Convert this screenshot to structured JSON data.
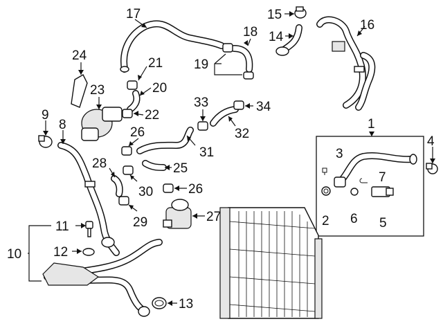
{
  "callouts": [
    {
      "id": "1",
      "label": "1"
    },
    {
      "id": "2",
      "label": "2"
    },
    {
      "id": "3",
      "label": "3"
    },
    {
      "id": "4",
      "label": "4"
    },
    {
      "id": "5",
      "label": "5"
    },
    {
      "id": "6",
      "label": "6"
    },
    {
      "id": "7",
      "label": "7"
    },
    {
      "id": "8",
      "label": "8"
    },
    {
      "id": "9",
      "label": "9"
    },
    {
      "id": "10",
      "label": "10"
    },
    {
      "id": "11",
      "label": "11"
    },
    {
      "id": "12",
      "label": "12"
    },
    {
      "id": "13",
      "label": "13"
    },
    {
      "id": "14",
      "label": "14"
    },
    {
      "id": "15",
      "label": "15"
    },
    {
      "id": "16",
      "label": "16"
    },
    {
      "id": "17",
      "label": "17"
    },
    {
      "id": "18",
      "label": "18"
    },
    {
      "id": "19",
      "label": "19"
    },
    {
      "id": "20",
      "label": "20"
    },
    {
      "id": "21",
      "label": "21"
    },
    {
      "id": "22",
      "label": "22"
    },
    {
      "id": "23",
      "label": "23"
    },
    {
      "id": "24",
      "label": "24"
    },
    {
      "id": "25",
      "label": "25"
    },
    {
      "id": "26a",
      "label": "26"
    },
    {
      "id": "26b",
      "label": "26"
    },
    {
      "id": "27",
      "label": "27"
    },
    {
      "id": "28",
      "label": "28"
    },
    {
      "id": "29",
      "label": "29"
    },
    {
      "id": "30",
      "label": "30"
    },
    {
      "id": "31",
      "label": "31"
    },
    {
      "id": "32",
      "label": "32"
    },
    {
      "id": "33",
      "label": "33"
    },
    {
      "id": "34",
      "label": "34"
    }
  ]
}
